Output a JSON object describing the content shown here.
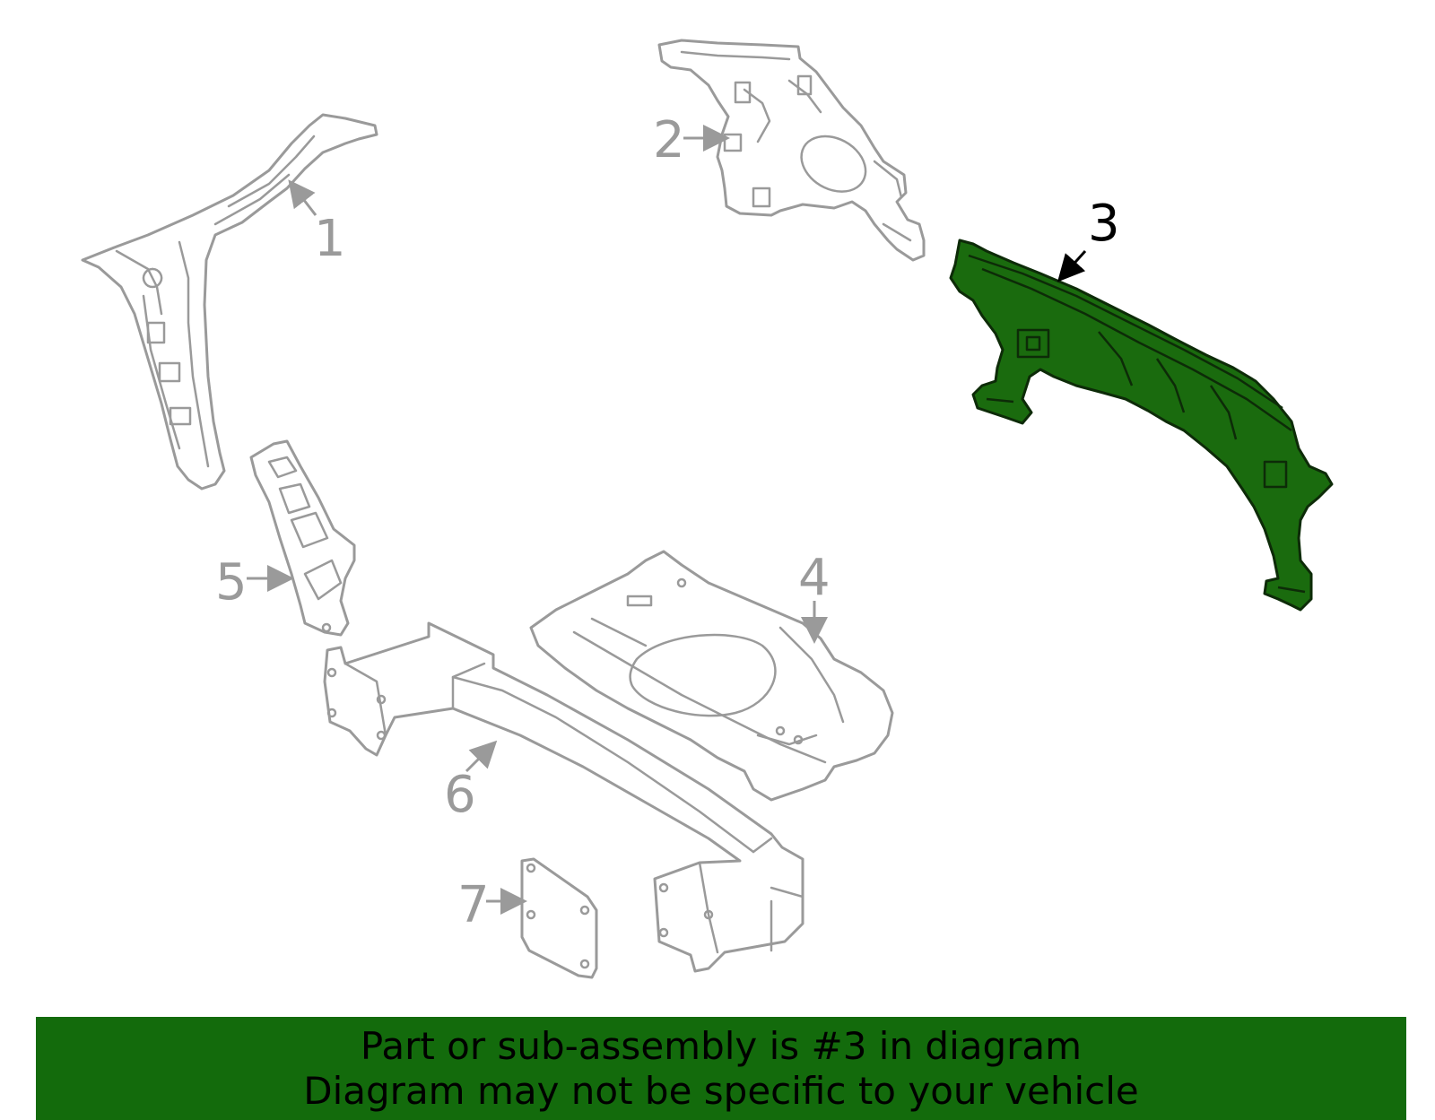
{
  "diagram": {
    "highlight_color": "#1a6b0e",
    "part_color": "#9a9a9a",
    "callouts": [
      {
        "id": "1",
        "label": "1"
      },
      {
        "id": "2",
        "label": "2"
      },
      {
        "id": "3",
        "label": "3",
        "highlighted": true
      },
      {
        "id": "4",
        "label": "4"
      },
      {
        "id": "5",
        "label": "5"
      },
      {
        "id": "6",
        "label": "6"
      },
      {
        "id": "7",
        "label": "7"
      }
    ]
  },
  "banner": {
    "line1": "Part or sub-assembly is #3 in diagram",
    "line2": "Diagram may not be specific to your vehicle",
    "background": "#136b0c"
  }
}
